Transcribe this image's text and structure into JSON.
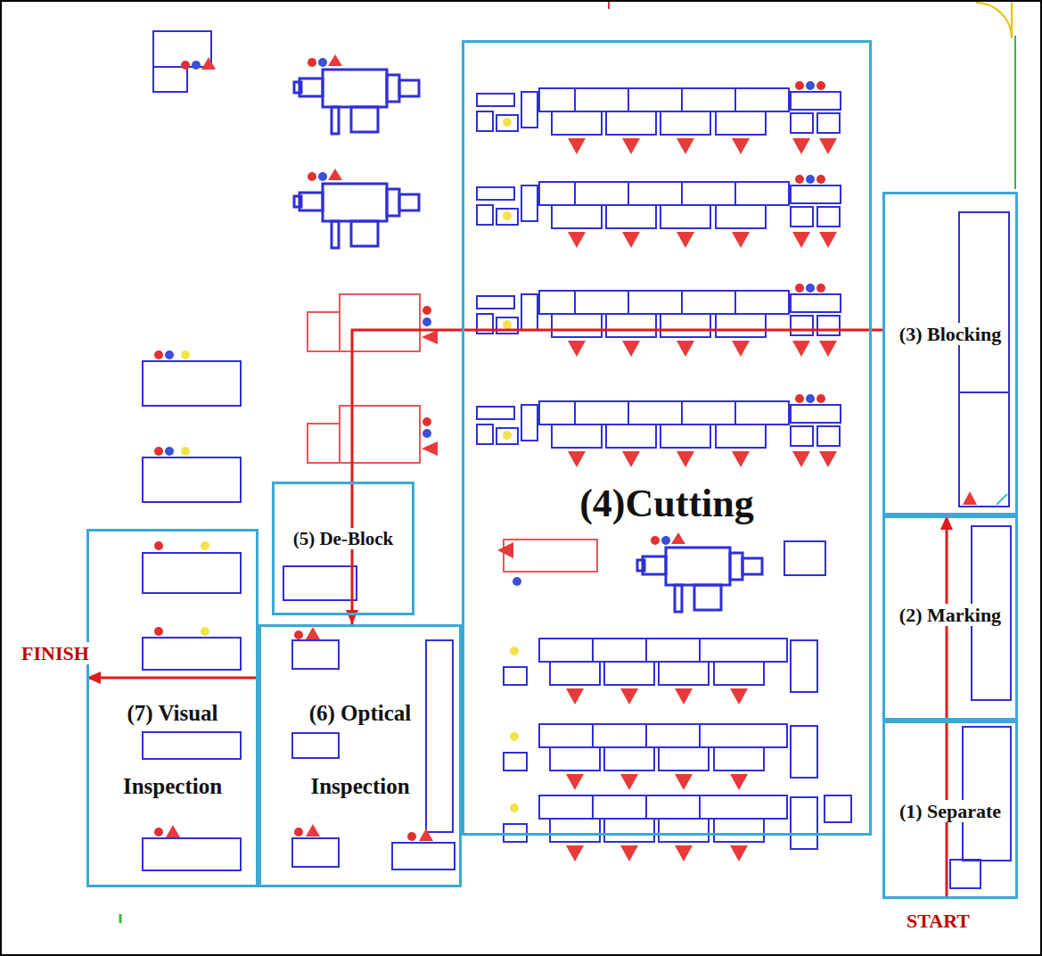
{
  "diagram": {
    "nodes": [
      {
        "text": [
          "(1) Separate"
        ]
      },
      {
        "text": [
          "(2) Marking"
        ]
      },
      {
        "text": [
          "(3) Blocking"
        ]
      },
      {
        "text": [
          "(4)Cutting"
        ]
      },
      {
        "text": [
          "(5) De-Block"
        ]
      },
      {
        "text": [
          "(6) Optical Inspection"
        ]
      },
      {
        "text": [
          "(7) Visual Inspection"
        ]
      }
    ],
    "edges": [
      {
        "from": 0,
        "to": 2,
        "arrow": "to"
      },
      {
        "from": 2,
        "to": 5,
        "arrow": "to"
      },
      {
        "from": 5,
        "to": 6,
        "arrow": "to"
      }
    ],
    "labels": [
      "START",
      "FINISH"
    ]
  }
}
